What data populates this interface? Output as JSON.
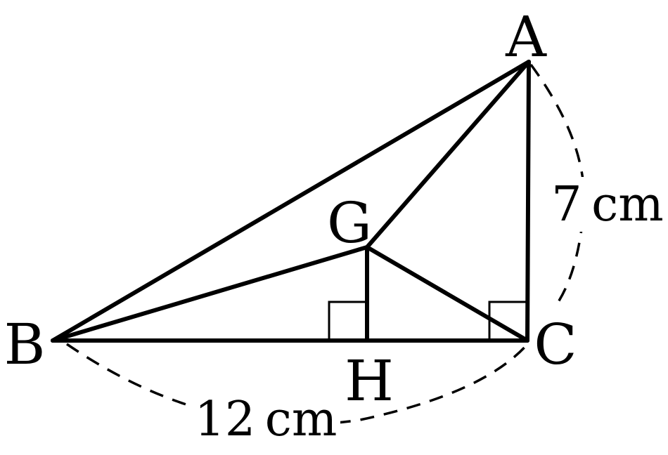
{
  "points": {
    "A": {
      "label": "A"
    },
    "B": {
      "label": "B"
    },
    "C": {
      "label": "C"
    },
    "G": {
      "label": "G"
    },
    "H": {
      "label": "H"
    }
  },
  "measurements": {
    "BC": "12 cm",
    "AC": "7 cm"
  },
  "colors": {
    "stroke": "#000000",
    "background": "#ffffff"
  }
}
